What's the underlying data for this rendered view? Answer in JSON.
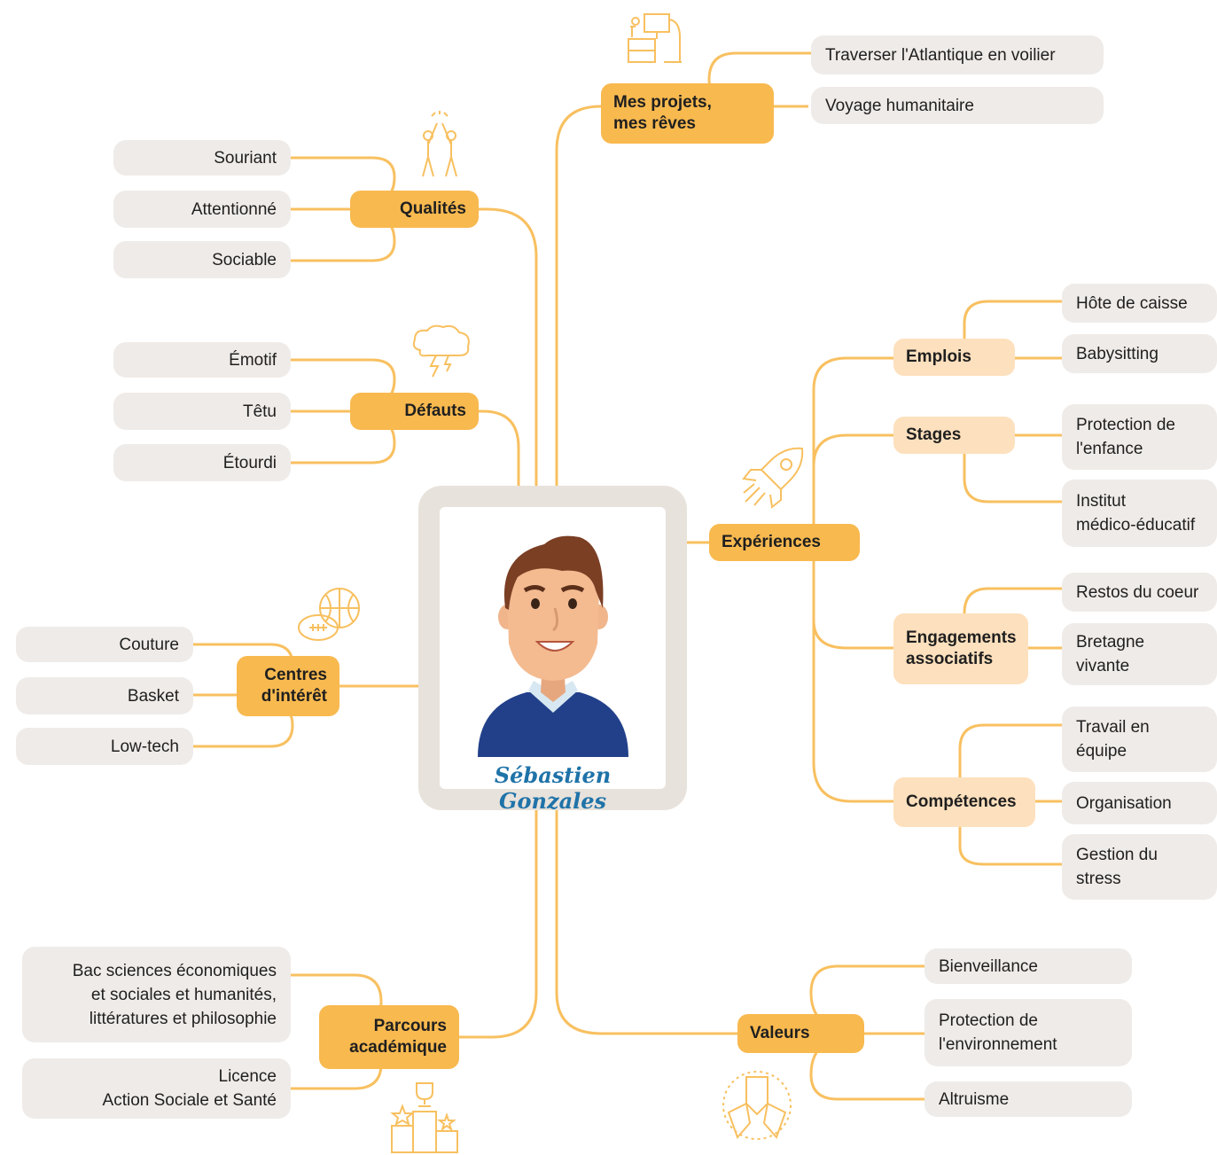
{
  "center": {
    "name": "Sébastien Gonzales"
  },
  "colors": {
    "hub": "#f8b94f",
    "hub_light": "#fde0bd",
    "leaf": "#efebe8",
    "line": "#f8c060",
    "name": "#1f73a8"
  },
  "branches": {
    "projets": {
      "label": "Mes projets,\nmes rêves",
      "icon": "desk-icon",
      "items": [
        "Traverser l'Atlantique en voilier",
        "Voyage humanitaire"
      ]
    },
    "qualites": {
      "label": "Qualités",
      "icon": "high-five-icon",
      "items": [
        "Souriant",
        "Attentionné",
        "Sociable"
      ]
    },
    "defauts": {
      "label": "Défauts",
      "icon": "storm-brain-icon",
      "items": [
        "Émotif",
        "Têtu",
        "Étourdi"
      ]
    },
    "interets": {
      "label": "Centres\nd'intérêt",
      "icon": "sports-balls-icon",
      "items": [
        "Couture",
        "Basket",
        "Low-tech"
      ]
    },
    "parcours": {
      "label": "Parcours\nacadémique",
      "icon": "podium-icon",
      "items": [
        "Bac sciences économiques\net sociales et humanités,\nlittératures et philosophie",
        "Licence\nAction Sociale et Santé"
      ]
    },
    "valeurs": {
      "label": "Valeurs",
      "icon": "joined-hands-icon",
      "items": [
        "Bienveillance",
        "Protection de\nl'environnement",
        "Altruisme"
      ]
    },
    "experiences": {
      "label": "Expériences",
      "icon": "rocket-icon",
      "emplois": {
        "label": "Emplois",
        "items": [
          "Hôte de caisse",
          "Babysitting"
        ]
      },
      "stages": {
        "label": "Stages",
        "items": [
          "Protection de\nl'enfance",
          "Institut\n médico-éducatif"
        ]
      },
      "engagements": {
        "label": "Engagements\nassociatifs",
        "items": [
          "Restos du coeur",
          "Bretagne\nvivante"
        ]
      },
      "competences": {
        "label": "Compétences",
        "items": [
          "Travail en\néquipe",
          "Organisation",
          "Gestion du\nstress"
        ]
      }
    }
  }
}
